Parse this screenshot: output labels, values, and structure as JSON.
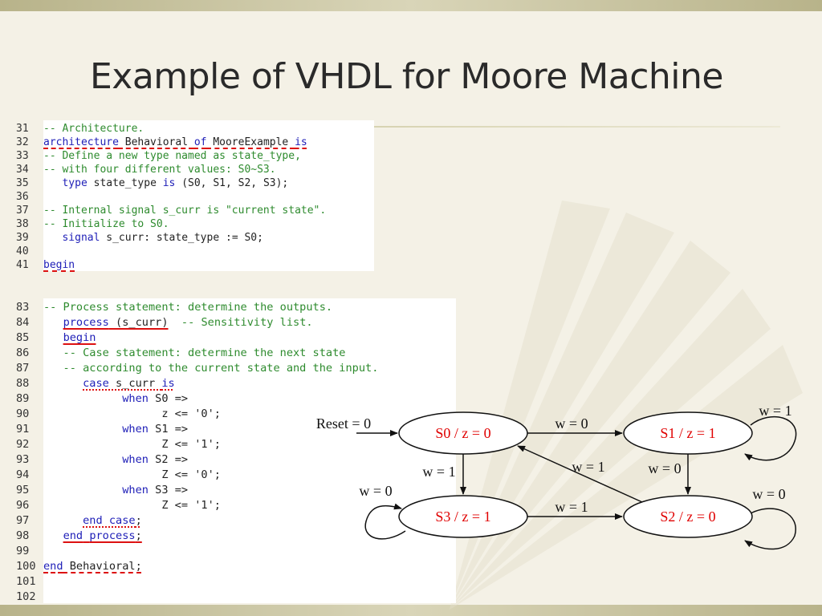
{
  "slide": {
    "title": "Example of VHDL for Moore Machine"
  },
  "code_block_1": {
    "lines": [
      {
        "no": "31",
        "segs": [
          {
            "t": "-- Architecture.",
            "c": "cm"
          }
        ]
      },
      {
        "no": "32",
        "segs": [
          {
            "t": "architecture",
            "c": "kw",
            "u": "dash"
          },
          {
            "t": " Behavioral ",
            "c": "tx",
            "u": "dash"
          },
          {
            "t": "of",
            "c": "kw",
            "u": "dash"
          },
          {
            "t": " MooreExample ",
            "c": "tx",
            "u": "dash"
          },
          {
            "t": "is",
            "c": "kw",
            "u": "dash"
          }
        ]
      },
      {
        "no": "33",
        "segs": [
          {
            "t": "-- Define a new type named as state_type,",
            "c": "cm"
          }
        ]
      },
      {
        "no": "34",
        "segs": [
          {
            "t": "-- with four different values: S0~S3.",
            "c": "cm"
          }
        ]
      },
      {
        "no": "35",
        "segs": [
          {
            "t": "   "
          },
          {
            "t": "type",
            "c": "kw"
          },
          {
            "t": " state_type ",
            "c": "tx"
          },
          {
            "t": "is",
            "c": "kw"
          },
          {
            "t": " (S0, S1, S2, S3);",
            "c": "tx"
          }
        ]
      },
      {
        "no": "36",
        "segs": []
      },
      {
        "no": "37",
        "segs": [
          {
            "t": "-- Internal signal s_curr is \"current state\".",
            "c": "cm"
          }
        ]
      },
      {
        "no": "38",
        "segs": [
          {
            "t": "-- Initialize to S0.",
            "c": "cm"
          }
        ]
      },
      {
        "no": "39",
        "segs": [
          {
            "t": "   "
          },
          {
            "t": "signal",
            "c": "kw"
          },
          {
            "t": " s_curr: state_type := S0;",
            "c": "tx"
          }
        ]
      },
      {
        "no": "40",
        "segs": []
      },
      {
        "no": "41",
        "segs": [
          {
            "t": "begin",
            "c": "kw",
            "u": "dash"
          }
        ]
      }
    ]
  },
  "code_block_2": {
    "lines": [
      {
        "no": "83",
        "segs": [
          {
            "t": "-- Process statement: determine the outputs.",
            "c": "cm"
          }
        ]
      },
      {
        "no": "84",
        "segs": [
          {
            "t": "   "
          },
          {
            "t": "process",
            "c": "kw",
            "u": "solid"
          },
          {
            "t": " (s_curr)",
            "c": "tx",
            "u": "solid"
          },
          {
            "t": "  -- Sensitivity list.",
            "c": "cm"
          }
        ]
      },
      {
        "no": "85",
        "segs": [
          {
            "t": "   "
          },
          {
            "t": "begin",
            "c": "kw",
            "u": "solid"
          }
        ]
      },
      {
        "no": "86",
        "segs": [
          {
            "t": "   -- Case statement: determine the next state",
            "c": "cm"
          }
        ]
      },
      {
        "no": "87",
        "segs": [
          {
            "t": "   -- according to the current state and the input.",
            "c": "cm"
          }
        ]
      },
      {
        "no": "88",
        "segs": [
          {
            "t": "      "
          },
          {
            "t": "case",
            "c": "kw",
            "u": "dot"
          },
          {
            "t": " s_curr ",
            "c": "tx",
            "u": "dot"
          },
          {
            "t": "is",
            "c": "kw",
            "u": "dot"
          }
        ]
      },
      {
        "no": "89",
        "segs": [
          {
            "t": "            "
          },
          {
            "t": "when",
            "c": "kw"
          },
          {
            "t": " S0 =>",
            "c": "tx"
          }
        ]
      },
      {
        "no": "90",
        "segs": [
          {
            "t": "                  z <= '0';",
            "c": "tx"
          }
        ]
      },
      {
        "no": "91",
        "segs": [
          {
            "t": "            "
          },
          {
            "t": "when",
            "c": "kw"
          },
          {
            "t": " S1 =>",
            "c": "tx"
          }
        ]
      },
      {
        "no": "92",
        "segs": [
          {
            "t": "                  Z <= '1';",
            "c": "tx"
          }
        ]
      },
      {
        "no": "93",
        "segs": [
          {
            "t": "            "
          },
          {
            "t": "when",
            "c": "kw"
          },
          {
            "t": " S2 =>",
            "c": "tx"
          }
        ]
      },
      {
        "no": "94",
        "segs": [
          {
            "t": "                  Z <= '0';",
            "c": "tx"
          }
        ]
      },
      {
        "no": "95",
        "segs": [
          {
            "t": "            "
          },
          {
            "t": "when",
            "c": "kw"
          },
          {
            "t": " S3 =>",
            "c": "tx"
          }
        ]
      },
      {
        "no": "96",
        "segs": [
          {
            "t": "                  Z <= '1';",
            "c": "tx"
          }
        ]
      },
      {
        "no": "97",
        "segs": [
          {
            "t": "      "
          },
          {
            "t": "end",
            "c": "kw",
            "u": "dot"
          },
          {
            "t": " ",
            "c": "tx",
            "u": "dot"
          },
          {
            "t": "case",
            "c": "kw",
            "u": "dot"
          },
          {
            "t": ";",
            "c": "tx",
            "u": "dot"
          }
        ]
      },
      {
        "no": "98",
        "segs": [
          {
            "t": "   "
          },
          {
            "t": "end",
            "c": "kw",
            "u": "solid"
          },
          {
            "t": " ",
            "c": "tx",
            "u": "solid"
          },
          {
            "t": "process",
            "c": "kw",
            "u": "solid"
          },
          {
            "t": ";",
            "c": "tx",
            "u": "solid"
          }
        ]
      },
      {
        "no": "99",
        "segs": []
      },
      {
        "no": "100",
        "segs": [
          {
            "t": "end",
            "c": "kw",
            "u": "dash"
          },
          {
            "t": " Behavioral;",
            "c": "tx",
            "u": "dash"
          }
        ]
      },
      {
        "no": "101",
        "segs": []
      },
      {
        "no": "102",
        "segs": []
      }
    ]
  },
  "state_diagram": {
    "state_color": "#e00000",
    "states": [
      {
        "id": "S0",
        "label": "S0 / z = 0"
      },
      {
        "id": "S1",
        "label": "S1 / z = 1"
      },
      {
        "id": "S2",
        "label": "S2 / z = 0"
      },
      {
        "id": "S3",
        "label": "S3 / z = 1"
      }
    ],
    "reset_label": "Reset = 0",
    "transitions": [
      {
        "from": "S0",
        "to": "S1",
        "label": "w = 0"
      },
      {
        "from": "S1",
        "to": "S1",
        "label": "w = 1"
      },
      {
        "from": "S1",
        "to": "S2",
        "label": "w = 0"
      },
      {
        "from": "S2",
        "to": "S0",
        "label": "w = 1"
      },
      {
        "from": "S2",
        "to": "S2",
        "label": "w = 0"
      },
      {
        "from": "S0",
        "to": "S3",
        "label": "w = 1"
      },
      {
        "from": "S3",
        "to": "S3",
        "label": "w = 0"
      },
      {
        "from": "S3",
        "to": "S2",
        "label": "w = 1"
      }
    ]
  }
}
